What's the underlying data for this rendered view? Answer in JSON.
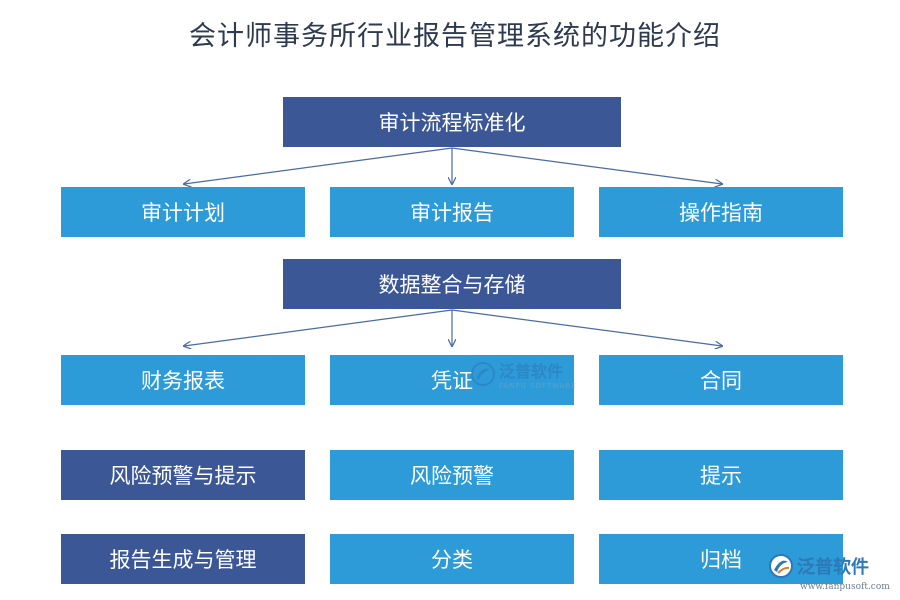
{
  "title": "会计师事务所行业报告管理系统的功能介绍",
  "groups": {
    "audit": {
      "head": "审计流程标准化",
      "children": [
        "审计计划",
        "审计报告",
        "操作指南"
      ]
    },
    "data": {
      "head": "数据整合与存储",
      "children": [
        "财务报表",
        "凭证",
        "合同"
      ]
    },
    "risk": {
      "head": "风险预警与提示",
      "children": [
        "风险预警",
        "提示"
      ]
    },
    "report": {
      "head": "报告生成与管理",
      "children": [
        "分类",
        "归档"
      ]
    }
  },
  "watermark": {
    "brand": "泛普软件",
    "sub": "FANPU SOFTWARE"
  },
  "logo": {
    "brand": "泛普软件",
    "url": "www.fanpusoft.com"
  },
  "colors": {
    "dark_box": "#3c5796",
    "light_box": "#2d9bd8",
    "arrow": "#4a6aa3"
  }
}
